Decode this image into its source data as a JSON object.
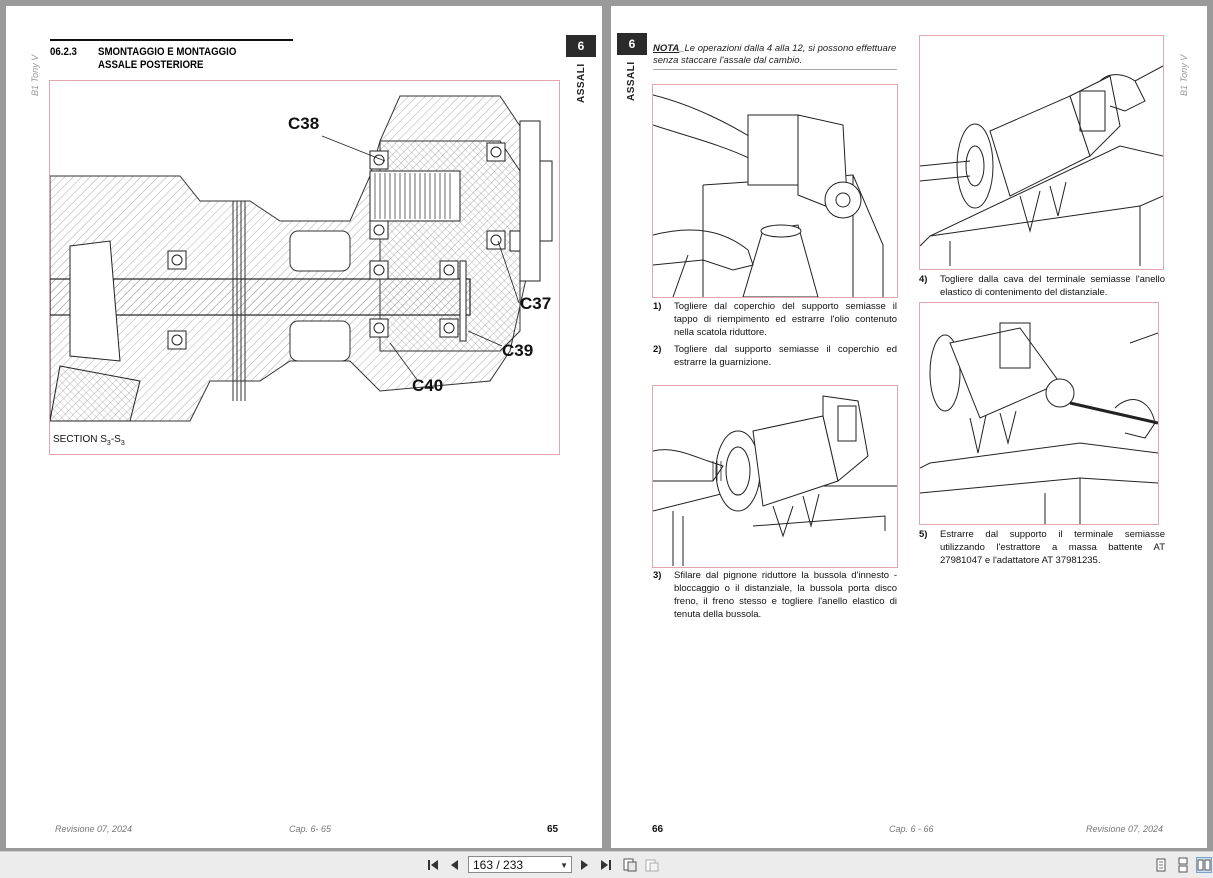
{
  "left_page": {
    "side_brand": "B1 Tony V",
    "tab_number": "6",
    "tab_label": "ASSALI",
    "section_number": "06.2.3",
    "section_title": "SMONTAGGIO E MONTAGGIO ASSALE POSTERIORE",
    "figure_labels": [
      "C38",
      "C37",
      "C39",
      "C40"
    ],
    "section_caption_prefix": "SECTION S",
    "section_caption_sub1": "3",
    "section_caption_sep": "-S",
    "section_caption_sub2": "3",
    "footer_left": "Revisione 07, 2024",
    "footer_center": "Cap. 6- 65",
    "footer_right": "65"
  },
  "right_page": {
    "side_brand": "B1 Tony V",
    "tab_number": "6",
    "tab_label": "ASSALI",
    "note_prefix": "NOTA",
    "note_text": "_Le operazioni dalla 4 alla 12, si possono effettuare senza staccare l'assale dal cambio.",
    "steps": [
      {
        "n": "1)",
        "text": "Togliere dal coperchio del supporto semiasse il tappo di riempimento ed estrarre l'olio contenuto nella scatola riduttore."
      },
      {
        "n": "2)",
        "text": "Togliere dal supporto semiasse il coperchio ed estrarre la guarnizione."
      },
      {
        "n": "3)",
        "text": "Sfilare dal pignone riduttore la bussola d'innesto - bloccaggio o il distanziale, la bussola porta disco freno, il freno stesso e togliere l'anello elastico di tenuta della bussola."
      },
      {
        "n": "4)",
        "text": "Togliere dalla cava del terminale semiasse l'anello elastico di contenimento del distanziale."
      },
      {
        "n": "5)",
        "text": "Estrarre dal supporto il terminale semiasse utilizzando l'estrattore a massa battente AT 27981047 e l'adattatore AT 37981235."
      }
    ],
    "footer_left": "66",
    "footer_center": "Cap. 6 - 66",
    "footer_right": "Revisione 07, 2024"
  },
  "toolbar": {
    "page_indicator": "163 / 233",
    "icons": [
      "first-page-icon",
      "prev-page-icon",
      "next-page-icon",
      "last-page-icon",
      "page-copy-icon",
      "page-paste-icon",
      "single-page-view-icon",
      "continuous-view-icon",
      "two-page-view-icon"
    ]
  },
  "colors": {
    "viewer_bg": "#9a9a9a",
    "figure_border": "#e2a6ae",
    "tab_bg": "#2b2b2b"
  }
}
